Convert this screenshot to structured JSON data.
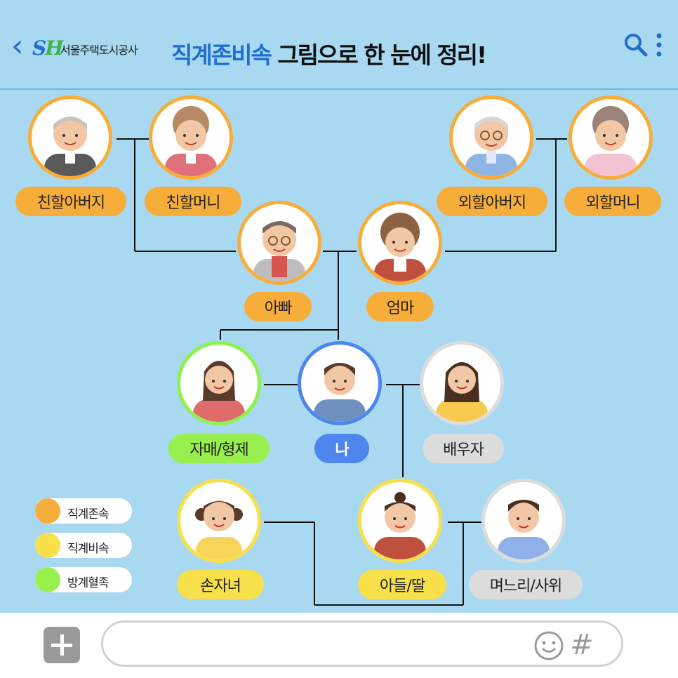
{
  "header": {
    "logo_letters": "SH",
    "company_name": "서울주택도시공사",
    "title_highlight": "직계존비속",
    "title_rest": "그림으로 한 눈에 정리!"
  },
  "colors": {
    "background": "#a9d9f1",
    "direct_ascendant": "#f7ad3a",
    "direct_descendant": "#f8e04a",
    "collateral": "#98f04e",
    "self": "#4e86f0",
    "in_law": "#dcdcdc",
    "accent_blue": "#1f6fd1"
  },
  "people": {
    "pat_grandfather": "친할아버지",
    "pat_grandmother": "친할머니",
    "mat_grandfather": "외할아버지",
    "mat_grandmother": "외할머니",
    "father": "아빠",
    "mother": "엄마",
    "siblings": "자매/형제",
    "me": "나",
    "spouse": "배우자",
    "grandchildren": "손자녀",
    "children": "아들/딸",
    "child_in_law": "며느리/사위"
  },
  "legend": [
    {
      "label": "직계존속",
      "color": "#f7ad3a"
    },
    {
      "label": "직계비속",
      "color": "#f8e04a"
    },
    {
      "label": "방계혈족",
      "color": "#98f04e"
    }
  ],
  "icons": [
    "back-arrow-icon",
    "search-icon",
    "more-vertical-icon",
    "plus-icon",
    "emoji-icon",
    "hashtag-icon"
  ]
}
